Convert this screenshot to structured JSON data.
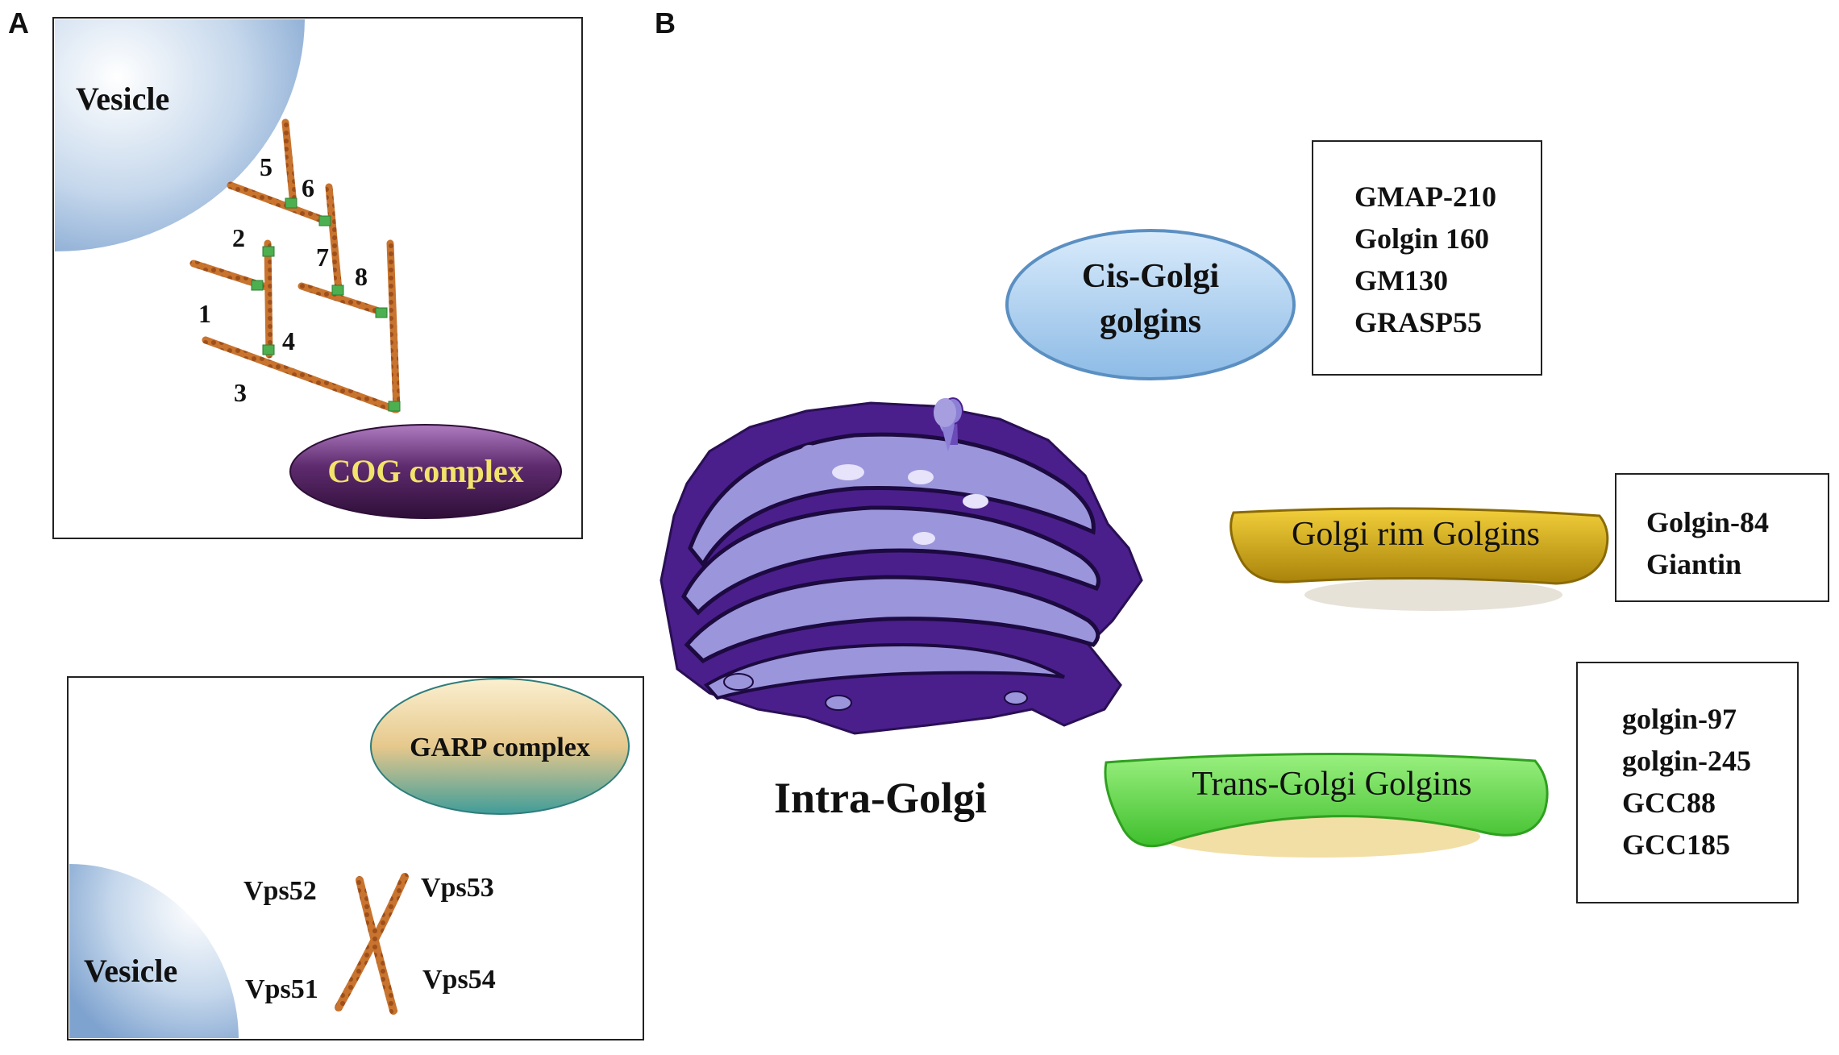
{
  "panels": {
    "a": "A",
    "b": "B"
  },
  "panel_a_top": {
    "vesicle": "Vesicle",
    "complex": "COG complex",
    "subunits": [
      "1",
      "2",
      "3",
      "4",
      "5",
      "6",
      "7",
      "8"
    ]
  },
  "panel_a_bottom": {
    "vesicle": "Vesicle",
    "complex": "GARP complex",
    "subunits": [
      "Vps52",
      "Vps53",
      "Vps51",
      "Vps54"
    ]
  },
  "panel_b": {
    "center_label": "Intra-Golgi",
    "groups": [
      {
        "name_line1": "Cis-Golgi",
        "name_line2": "golgins",
        "members": [
          "GMAP-210",
          "Golgin 160",
          "GM130",
          "GRASP55"
        ]
      },
      {
        "name": "Golgi rim Golgins",
        "members": [
          "Golgin-84",
          "Giantin"
        ]
      },
      {
        "name": "Trans-Golgi Golgins",
        "members": [
          "golgin-97",
          "golgin-245",
          "GCC88",
          "GCC185"
        ]
      }
    ]
  },
  "colors": {
    "vesicle": "#9db8d8",
    "tether": "#c8742e",
    "tether_joint": "#4caf50",
    "cog": "#5e2a6e",
    "cog_text": "#f2e36b",
    "garp_top": "#f3d9a0",
    "garp_bottom": "#4aa7a3",
    "golgi_dark": "#4a1f8c",
    "golgi_light": "#9b95dc",
    "cis": "#a9cdee",
    "rim": "#d8ae14",
    "trans": "#6ee05a"
  }
}
